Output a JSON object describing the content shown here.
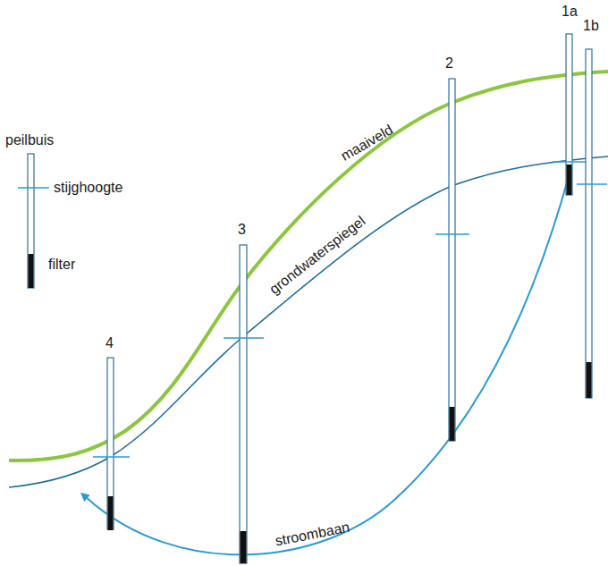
{
  "diagram": {
    "labels": [
      "peilbuis",
      "stijghoogte",
      "filter",
      "maaiveld",
      "grondwaterspiegel",
      "stroombaan",
      "1a",
      "1b",
      "2",
      "3",
      "4"
    ]
  }
}
